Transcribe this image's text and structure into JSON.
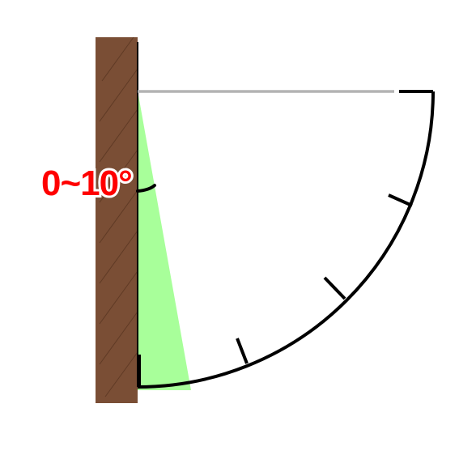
{
  "diagram": {
    "angle_label": "0~10°",
    "colors": {
      "wall_fill": "#7a4e35",
      "wall_hatch": "#4a2a18",
      "range_fill": "#a8ff9a",
      "ceiling_line": "#b3b3b3",
      "arc_stroke": "#000000",
      "label_text": "#ff0000"
    },
    "angle_range_deg": [
      0,
      10
    ]
  }
}
